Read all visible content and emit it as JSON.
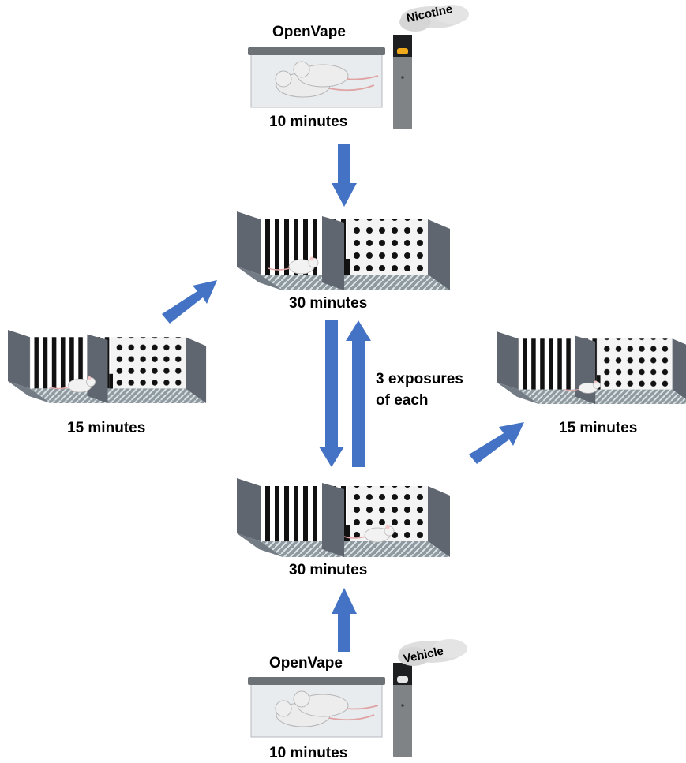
{
  "top": {
    "chamber_label": "OpenVape",
    "duration": "10 minutes",
    "substance": "Nicotine"
  },
  "bottom": {
    "chamber_label": "OpenVape",
    "duration": "10 minutes",
    "substance": "Vehicle"
  },
  "center_top": {
    "duration": "30 minutes"
  },
  "center_bottom": {
    "duration": "30 minutes"
  },
  "left": {
    "duration": "15 minutes"
  },
  "right": {
    "duration": "15 minutes"
  },
  "cycle_note": {
    "line1": "3 exposures",
    "line2": "of each"
  },
  "colors": {
    "arrow": "#4472c4",
    "wall": "#5f6670",
    "floor": "#8f9aa0",
    "vape_body": "#7f8386"
  }
}
